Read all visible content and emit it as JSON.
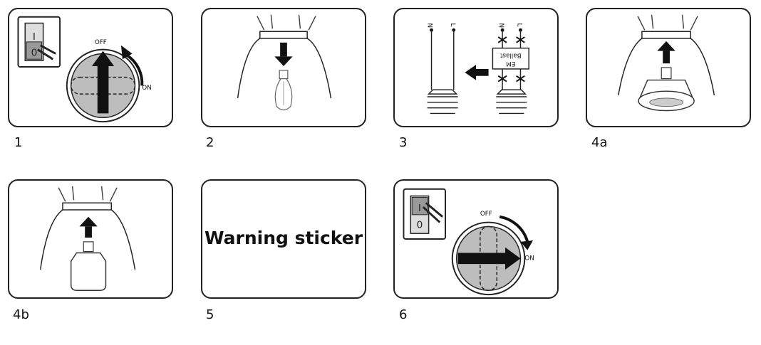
{
  "steps": [
    "1",
    "2",
    "3",
    "4a",
    "4b",
    "5",
    "6"
  ],
  "labels": {
    "off": "OFF",
    "on": "ON",
    "neutral": "N",
    "live": "L",
    "ballast_line1": "Ballast",
    "ballast_line2": "EM",
    "warning": "Warning sticker",
    "switch_off": "0",
    "switch_on": "I"
  },
  "icons": [
    "wall-switch-icon",
    "rotary-knob-icon",
    "lamp-bulb-icon",
    "down-arrow-icon",
    "up-arrow-icon",
    "left-arrow-icon",
    "led-lamp-icon",
    "ballast-icon"
  ]
}
